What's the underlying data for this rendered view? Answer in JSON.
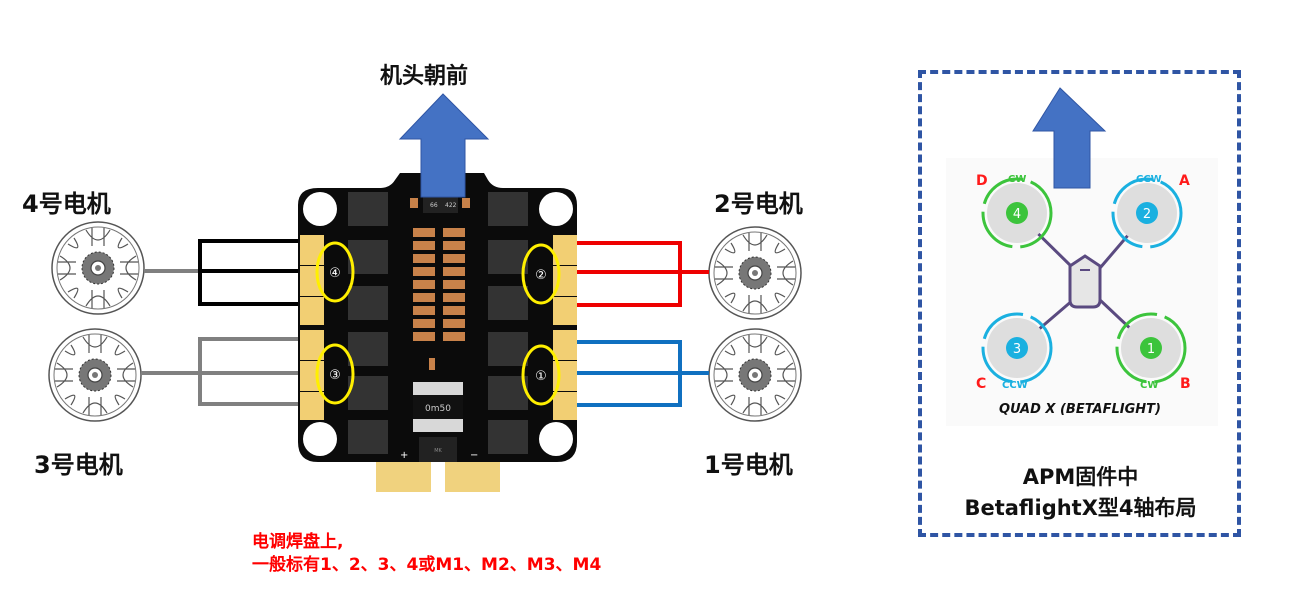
{
  "diagram": {
    "heading": "机头朝前",
    "motors": [
      {
        "id": 4,
        "label": "4号电机",
        "wire_color": "#000000"
      },
      {
        "id": 3,
        "label": "3号电机",
        "wire_color": "#808080"
      },
      {
        "id": 2,
        "label": "2号电机",
        "wire_color": "#ee0000"
      },
      {
        "id": 1,
        "label": "1号电机",
        "wire_color": "#1070c0"
      }
    ],
    "esc": {
      "pad_markers": [
        "④",
        "③",
        "②",
        "①"
      ],
      "chip_text": [
        "66",
        "422"
      ],
      "shunt_text": "0m50",
      "power_plus": "+",
      "power_minus": "−",
      "connector_text": "MK"
    },
    "note_line1": "电调焊盘上,",
    "note_line2": "一般标有1、2、3、4或M1、M2、M3、M4"
  },
  "reference_panel": {
    "caption_line1": "APM固件中",
    "caption_line2": "BetaflightX型4轴布局",
    "quad_title": "QUAD X (BETAFLIGHT)",
    "rotors": [
      {
        "num": "4",
        "letter": "D",
        "dir": "CW",
        "color": "#3cc43c"
      },
      {
        "num": "2",
        "letter": "A",
        "dir": "CCW",
        "color": "#1ab0e0"
      },
      {
        "num": "3",
        "letter": "C",
        "dir": "CCW",
        "color": "#1ab0e0"
      },
      {
        "num": "1",
        "letter": "B",
        "dir": "CW",
        "color": "#3cc43c"
      }
    ],
    "letter_color": "#ff1a1a",
    "arrow_color": "#4472c4",
    "border_color": "#2f55a4"
  }
}
